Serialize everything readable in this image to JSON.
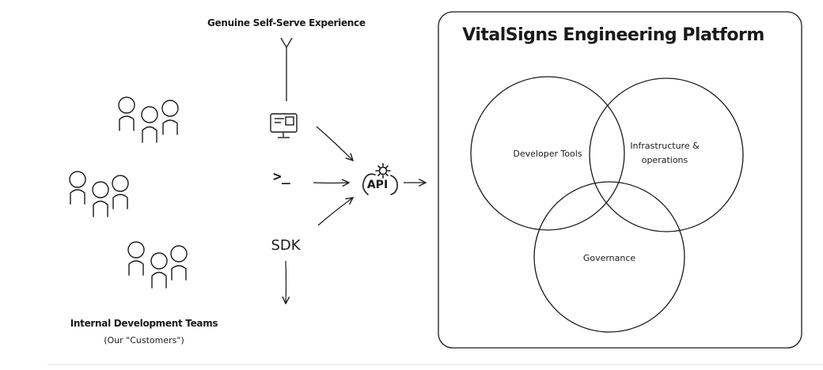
{
  "header": {
    "self_serve": "Genuine Self-Serve Experience"
  },
  "teams": {
    "title": "Internal Development Teams",
    "subtitle": "(Our \"Customers\")"
  },
  "channels": {
    "console_icon": "monitor-icon",
    "cli_label": ">_",
    "sdk_label": "SDK"
  },
  "api": {
    "label": "API",
    "icon": "cloud-gear-icon"
  },
  "platform": {
    "title": "VitalSigns Engineering Platform",
    "circles": [
      {
        "name": "Developer Tools"
      },
      {
        "name": "Infrastructure &",
        "name_line2": "operations"
      },
      {
        "name": "Governance"
      }
    ]
  },
  "colors": {
    "stroke": "#1a1a1a",
    "background": "#ffffff"
  }
}
